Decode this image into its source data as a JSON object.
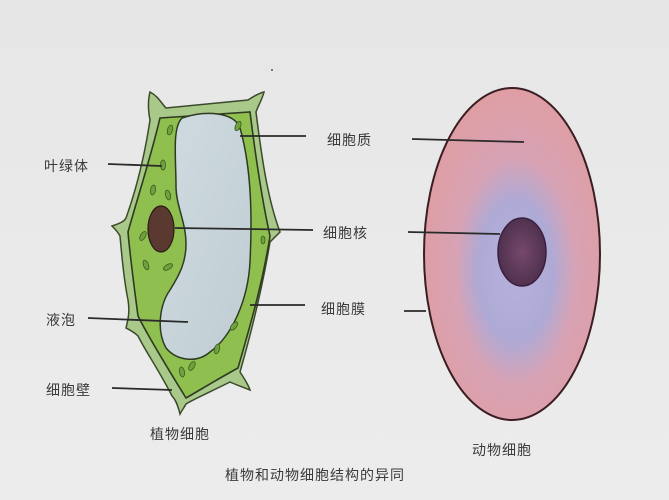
{
  "figure": {
    "title": "植物和动物细胞结构的异同",
    "plant_cell": {
      "caption": "植物细胞",
      "labels": {
        "chloroplast": "叶绿体",
        "vacuole": "液泡",
        "cell_wall": "细胞壁"
      }
    },
    "shared_labels": {
      "cytoplasm": "细胞质",
      "nucleus": "细胞核",
      "cell_membrane": "细胞膜"
    },
    "animal_cell": {
      "caption": "动物细胞"
    },
    "colors": {
      "plant_cytoplasm": "#8fbf4f",
      "plant_wall": "#a9c98a",
      "vacuole": "#c9d6db",
      "plant_nucleus": "#5a3a30",
      "animal_cytoplasm": "#df9ea3",
      "animal_inner": "#aeaad6",
      "animal_nucleus": "#5d3a5a",
      "outline": "#2e3a22",
      "label_line": "#2a2a2a",
      "background": "#e8e8e8"
    }
  }
}
